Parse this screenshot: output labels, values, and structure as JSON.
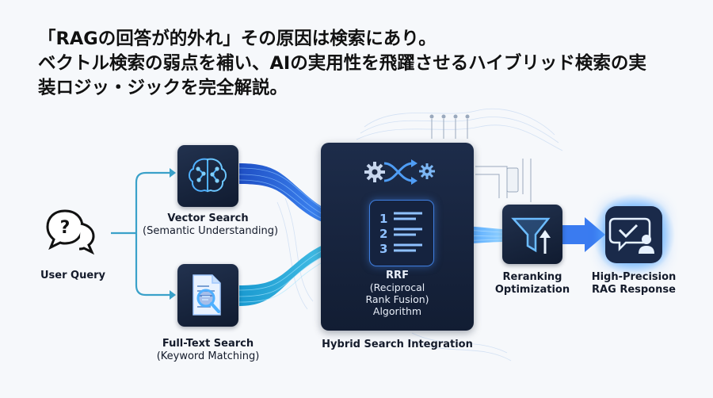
{
  "title": {
    "line1": "「RAGの回答が的外れ」その原因は検索にあり。",
    "line2": "ベクトル検索の弱点を補い、AIの実用性を飛躍させるハイブリッド検索の実",
    "line3": "装ロジッ・ジックを完全解説。"
  },
  "nodes": {
    "user_query": "User Query",
    "vector_search": {
      "title": "Vector Search",
      "sub": "(Semantic Understanding)"
    },
    "fulltext_search": {
      "title": "Full-Text Search",
      "sub": "(Keyword Matching)"
    },
    "rrf": {
      "title": "RRF",
      "line1": "(Reciprocal",
      "line2": "Rank Fusion)",
      "line3": "Algorithm"
    },
    "hybrid": "Hybrid Search Integration",
    "reranking": {
      "line1": "Reranking",
      "line2": "Optimization"
    },
    "response": {
      "line1": "High-Precision",
      "line2": "RAG Response"
    }
  },
  "list_numbers": [
    "1",
    "2",
    "3"
  ],
  "colors": {
    "box_dark": "#18253f",
    "accent_blue": "#3a7bf0",
    "accent_cyan": "#37b6e6",
    "glow": "#5aa8ff",
    "arrow_teal": "#3aa1c9"
  },
  "icons": [
    "question-bubble-icon",
    "brain-network-icon",
    "document-search-icon",
    "gears-shuffle-icon",
    "numbered-list-icon",
    "filter-arrow-icon",
    "chat-check-user-icon"
  ]
}
